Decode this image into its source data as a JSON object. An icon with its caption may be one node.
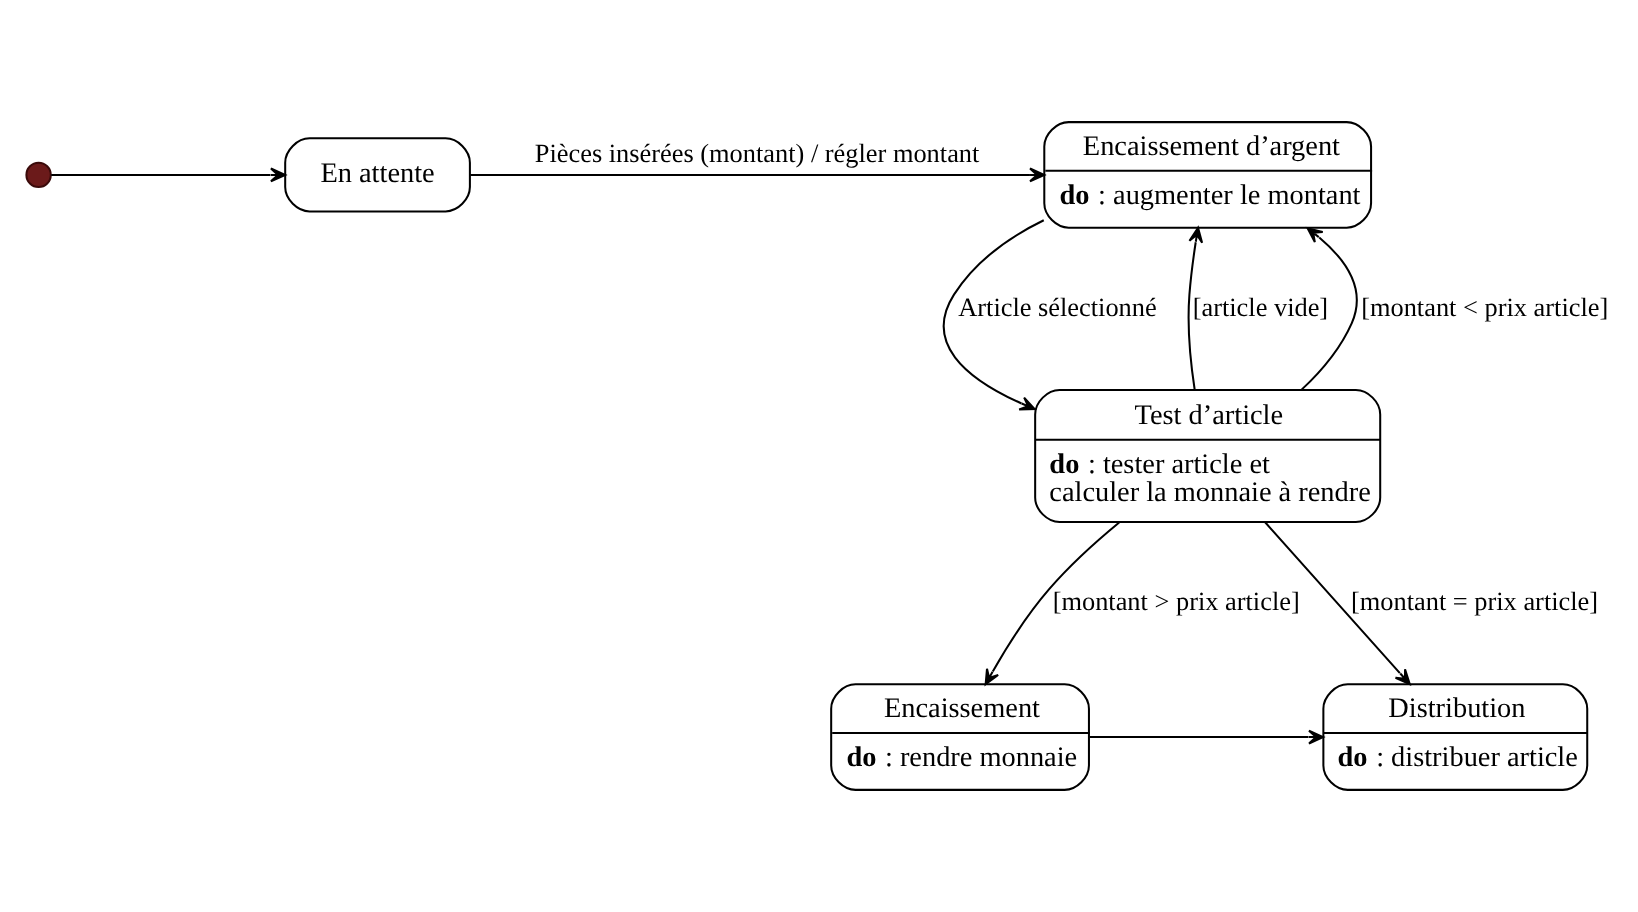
{
  "diagram": {
    "nodes": [
      {
        "text": [],
        "shape": "circle"
      },
      {
        "text": [
          "En attente"
        ]
      },
      {
        "text": [
          "Encaissement d’argent",
          "**do** : augmenter le montant"
        ]
      },
      {
        "text": [
          "Test d’article",
          "**do** : tester article et calculer la monnaie à rendre"
        ]
      },
      {
        "text": [
          "Distribution",
          "**do** : distribuer article"
        ]
      },
      {
        "text": [
          "Encaissement",
          "**do** : rendre monnaie"
        ]
      }
    ],
    "edges": [
      {
        "from": 0,
        "to": 1,
        "arrow": "to"
      },
      {
        "from": 1,
        "to": 2,
        "arrow": "to",
        "label": "Pièces insérées (montant) / régler montant"
      },
      {
        "from": 3,
        "to": 2,
        "arrow": "to",
        "label": "[article vide]"
      },
      {
        "from": 2,
        "to": 3,
        "arrow": "to",
        "label": "Article sélectionné"
      },
      {
        "from": 3,
        "to": 2,
        "arrow": "to",
        "label": "[montant < prix article]"
      },
      {
        "from": 3,
        "to": 4,
        "arrow": "to",
        "label": "[montant = prix article]"
      },
      {
        "from": 3,
        "to": 5,
        "arrow": "to",
        "label": "[montant > prix article]"
      },
      {
        "from": 5,
        "to": 4,
        "arrow": "to"
      }
    ]
  }
}
